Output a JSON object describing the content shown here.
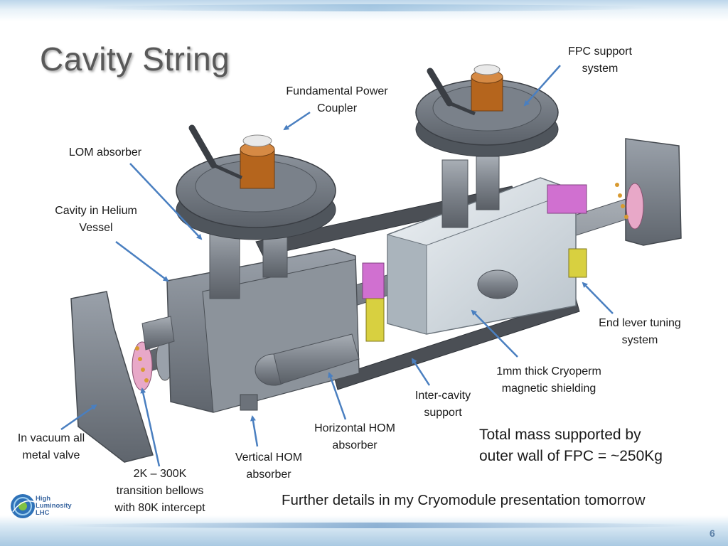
{
  "slide": {
    "title": "Cavity String",
    "page_number": "6"
  },
  "labels": {
    "fpc_support": [
      "FPC support",
      "system"
    ],
    "fundamental_coupler": [
      "Fundamental Power",
      "Coupler"
    ],
    "lom_absorber": "LOM absorber",
    "cavity_helium": [
      "Cavity in Helium",
      "Vessel"
    ],
    "end_lever": [
      "End lever tuning",
      "system"
    ],
    "cryoperm": [
      "1mm thick Cryoperm",
      "magnetic shielding"
    ],
    "inter_cavity": [
      "Inter-cavity",
      "support"
    ],
    "horizontal_hom": [
      "Horizontal HOM",
      "absorber"
    ],
    "vertical_hom": [
      "Vertical HOM",
      "absorber"
    ],
    "vacuum_valve": [
      "In vacuum all",
      "metal valve"
    ],
    "bellows": [
      "2K – 300K",
      "transition bellows",
      "with 80K intercept"
    ]
  },
  "mass_note": [
    "Total mass supported by",
    "outer wall of FPC = ~250Kg"
  ],
  "footer_note": "Further details in my Cryomodule presentation tomorrow",
  "logo": {
    "lines": [
      "High",
      "Luminosity",
      "LHC"
    ]
  },
  "colors": {
    "arrow": "#4a7fc0",
    "title": "#595959",
    "steel": "#7a8089",
    "shield": "#d6dde3",
    "copper": "#b5651d",
    "pink": "#e8a8c8",
    "magenta": "#d070d0",
    "yellow": "#d8d040"
  }
}
